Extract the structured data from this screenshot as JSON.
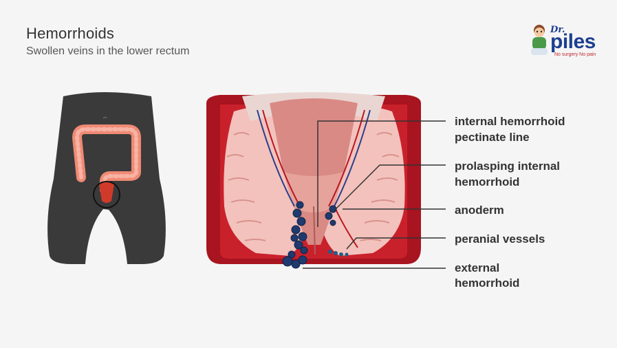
{
  "header": {
    "title": "Hemorrhoids",
    "subtitle": "Swollen veins in the lower rectum"
  },
  "logo": {
    "prefix": "Dr.",
    "name": "piles",
    "tagline": "No surgery No pain"
  },
  "labels": {
    "internal_hemorrhoid": "internal hemorrhoid",
    "pectinate_line": "pectinate line",
    "prolapsing_1": "prolasping internal",
    "prolapsing_2": "hemorrhoid",
    "anoderm": "anoderm",
    "peranial_vessels": "peranial vessels",
    "external_1": "external",
    "external_2": "hemorrhoid"
  },
  "colors": {
    "background": "#f5f5f5",
    "body_silhouette": "#3a3a3a",
    "colon": "#f08a75",
    "outer_tissue": "#a8141f",
    "muscle": "#f3c2bc",
    "rectal_lining": "#d98a85",
    "hemorrhoid": "#1f3a6e",
    "leader_line": "#333333",
    "brand_blue": "#1d3f8f",
    "brand_red": "#c0272d"
  }
}
